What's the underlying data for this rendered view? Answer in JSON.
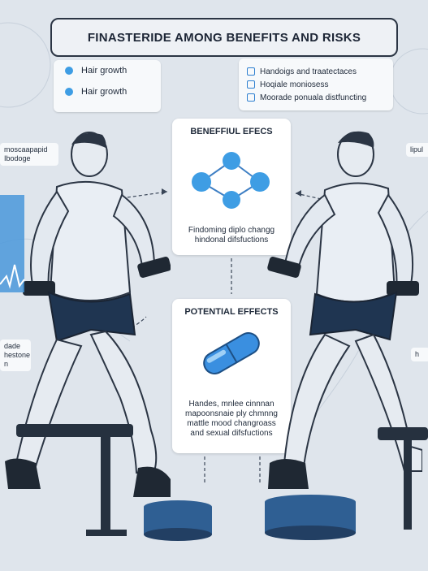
{
  "title": "FINASTERIDE AMONG BENEFITS AND RISKS",
  "left_panel": {
    "items": [
      "Hair growth",
      "Hair growth"
    ]
  },
  "right_panel": {
    "items": [
      "Handoigs and traatectaces",
      "Hoqiale moniosess",
      "Moorade ponuala distfuncting"
    ]
  },
  "benefits_card": {
    "title": "BENEFFIUL EFECS",
    "text_lines": [
      "Findoming diplo changg",
      "hindonal difsfuctions"
    ]
  },
  "potential_card": {
    "title": "POTENTIAL EFFECTS",
    "text_lines": [
      "Handes, mnlee cinnnan",
      "mapoonsnaie ply chmnng",
      "mattle mood changroass",
      "and sexual difsfuctions"
    ]
  },
  "left_labels": {
    "top": [
      "moscaapapid",
      "Ibodoge"
    ],
    "bottom": [
      "dade",
      "hestone",
      "n"
    ]
  },
  "right_labels": {
    "top": [
      "lipul"
    ],
    "bottom": [
      "h"
    ]
  },
  "colors": {
    "accent": "#3e9de4",
    "pill": "#3a8fe0",
    "dark": "#1f2a3a"
  }
}
